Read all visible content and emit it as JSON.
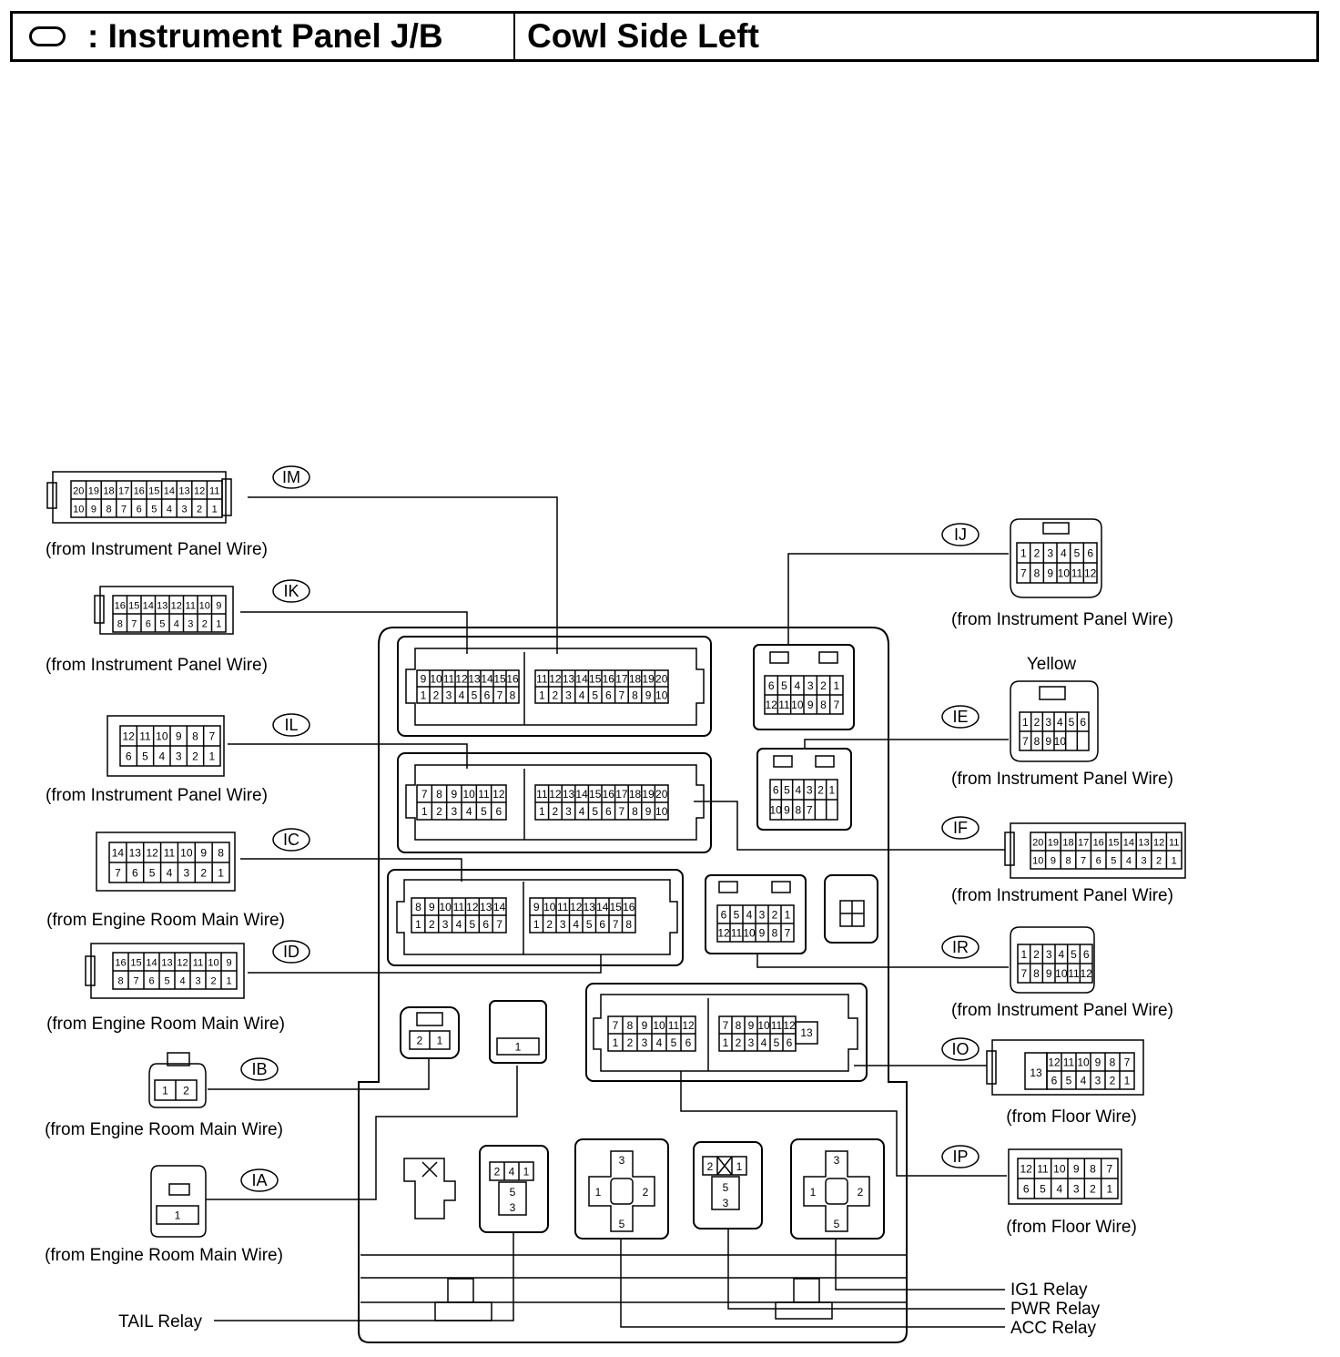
{
  "header": {
    "symbol": "oval-icon",
    "title": ": Instrument Panel J/B",
    "location": "Cowl Side Left"
  },
  "colors": {
    "line": "#000000",
    "background": "#ffffff"
  },
  "connectors": [
    {
      "id": "IM",
      "source": "(from Instrument Panel Wire)",
      "top_row": [
        "20",
        "19",
        "18",
        "17",
        "16",
        "15",
        "14",
        "13",
        "12",
        "11"
      ],
      "bottom_row": [
        "10",
        "9",
        "8",
        "7",
        "6",
        "5",
        "4",
        "3",
        "2",
        "1"
      ]
    },
    {
      "id": "IK",
      "source": "(from Instrument Panel Wire)",
      "top_row": [
        "16",
        "15",
        "14",
        "13",
        "12",
        "11",
        "10",
        "9"
      ],
      "bottom_row": [
        "8",
        "7",
        "6",
        "5",
        "4",
        "3",
        "2",
        "1"
      ]
    },
    {
      "id": "IL",
      "source": "(from Instrument Panel Wire)",
      "top_row": [
        "12",
        "11",
        "10",
        "9",
        "8",
        "7"
      ],
      "bottom_row": [
        "6",
        "5",
        "4",
        "3",
        "2",
        "1"
      ]
    },
    {
      "id": "IC",
      "source": "(from Engine Room Main Wire)",
      "top_row": [
        "14",
        "13",
        "12",
        "11",
        "10",
        "9",
        "8"
      ],
      "bottom_row": [
        "7",
        "6",
        "5",
        "4",
        "3",
        "2",
        "1"
      ]
    },
    {
      "id": "ID",
      "source": "(from Engine Room Main Wire)",
      "top_row": [
        "16",
        "15",
        "14",
        "13",
        "12",
        "11",
        "10",
        "9"
      ],
      "bottom_row": [
        "8",
        "7",
        "6",
        "5",
        "4",
        "3",
        "2",
        "1"
      ]
    },
    {
      "id": "IB",
      "source": "(from Engine Room Main Wire)",
      "top_row": [],
      "bottom_row": [
        "1",
        "2"
      ]
    },
    {
      "id": "IA",
      "source": "(from Engine Room Main Wire)",
      "top_row": [],
      "bottom_row": [
        "1"
      ]
    },
    {
      "id": "IJ",
      "source": "(from Instrument Panel Wire)",
      "top_row": [
        "1",
        "2",
        "3",
        "4",
        "5",
        "6"
      ],
      "bottom_row": [
        "7",
        "8",
        "9",
        "10",
        "11",
        "12"
      ]
    },
    {
      "id": "IE",
      "source": "(from Instrument Panel Wire)",
      "color": "Yellow",
      "top_row": [
        "1",
        "2",
        "3",
        "4",
        "5",
        "6"
      ],
      "bottom_row": [
        "7",
        "8",
        "9",
        "10"
      ]
    },
    {
      "id": "IF",
      "source": "(from Instrument Panel Wire)",
      "top_row": [
        "20",
        "19",
        "18",
        "17",
        "16",
        "15",
        "14",
        "13",
        "12",
        "11"
      ],
      "bottom_row": [
        "10",
        "9",
        "8",
        "7",
        "6",
        "5",
        "4",
        "3",
        "2",
        "1"
      ]
    },
    {
      "id": "IR",
      "source": "(from Instrument Panel Wire)",
      "top_row": [
        "1",
        "2",
        "3",
        "4",
        "5",
        "6"
      ],
      "bottom_row": [
        "7",
        "8",
        "9",
        "10",
        "11",
        "12"
      ]
    },
    {
      "id": "IO",
      "source": "(from Floor Wire)",
      "top_row": [
        "12",
        "11",
        "10",
        "9",
        "8",
        "7"
      ],
      "bottom_row": [
        "6",
        "5",
        "4",
        "3",
        "2",
        "1"
      ],
      "extra": "13"
    },
    {
      "id": "IP",
      "source": "(from Floor Wire)",
      "top_row": [
        "12",
        "11",
        "10",
        "9",
        "8",
        "7"
      ],
      "bottom_row": [
        "6",
        "5",
        "4",
        "3",
        "2",
        "1"
      ]
    }
  ],
  "jb_sockets": [
    {
      "id": "IK-socket",
      "top_row": [
        "9",
        "10",
        "11",
        "12",
        "13",
        "14",
        "15",
        "16"
      ],
      "bottom_row": [
        "1",
        "2",
        "3",
        "4",
        "5",
        "6",
        "7",
        "8"
      ]
    },
    {
      "id": "IM-socket",
      "top_row": [
        "11",
        "12",
        "13",
        "14",
        "15",
        "16",
        "17",
        "18",
        "19",
        "20"
      ],
      "bottom_row": [
        "1",
        "2",
        "3",
        "4",
        "5",
        "6",
        "7",
        "8",
        "9",
        "10"
      ]
    },
    {
      "id": "IL-socket",
      "top_row": [
        "7",
        "8",
        "9",
        "10",
        "11",
        "12"
      ],
      "bottom_row": [
        "1",
        "2",
        "3",
        "4",
        "5",
        "6"
      ]
    },
    {
      "id": "IF-socket",
      "top_row": [
        "11",
        "12",
        "13",
        "14",
        "15",
        "16",
        "17",
        "18",
        "19",
        "20"
      ],
      "bottom_row": [
        "1",
        "2",
        "3",
        "4",
        "5",
        "6",
        "7",
        "8",
        "9",
        "10"
      ]
    },
    {
      "id": "IC-socket",
      "top_row": [
        "8",
        "9",
        "10",
        "11",
        "12",
        "13",
        "14"
      ],
      "bottom_row": [
        "1",
        "2",
        "3",
        "4",
        "5",
        "6",
        "7"
      ]
    },
    {
      "id": "ID-socket",
      "top_row": [
        "9",
        "10",
        "11",
        "12",
        "13",
        "14",
        "15",
        "16"
      ],
      "bottom_row": [
        "1",
        "2",
        "3",
        "4",
        "5",
        "6",
        "7",
        "8"
      ]
    },
    {
      "id": "IJ-socket",
      "top_row": [
        "6",
        "5",
        "4",
        "3",
        "2",
        "1"
      ],
      "bottom_row": [
        "12",
        "11",
        "10",
        "9",
        "8",
        "7"
      ]
    },
    {
      "id": "IE-socket",
      "top_row": [
        "6",
        "5",
        "4",
        "3",
        "2",
        "1"
      ],
      "bottom_row": [
        "10",
        "9",
        "8",
        "7"
      ]
    },
    {
      "id": "IR-socket",
      "top_row": [
        "6",
        "5",
        "4",
        "3",
        "2",
        "1"
      ],
      "bottom_row": [
        "12",
        "11",
        "10",
        "9",
        "8",
        "7"
      ]
    },
    {
      "id": "IP-socket",
      "top_row": [
        "7",
        "8",
        "9",
        "10",
        "11",
        "12"
      ],
      "bottom_row": [
        "1",
        "2",
        "3",
        "4",
        "5",
        "6"
      ]
    },
    {
      "id": "IO-socket",
      "top_row": [
        "7",
        "8",
        "9",
        "10",
        "11",
        "12"
      ],
      "bottom_row": [
        "1",
        "2",
        "3",
        "4",
        "5",
        "6"
      ],
      "extra": "13"
    },
    {
      "id": "IB-socket",
      "top_row": [],
      "bottom_row": [
        "2",
        "1"
      ]
    },
    {
      "id": "IA-socket",
      "top_row": [],
      "bottom_row": [
        "1"
      ]
    }
  ],
  "relays": [
    {
      "name": "TAIL Relay",
      "pins": [
        "2",
        "4",
        "1",
        "5",
        "3"
      ]
    },
    {
      "name": "ACC Relay",
      "pins": [
        "3",
        "1",
        "2",
        "5"
      ]
    },
    {
      "name": "PWR Relay",
      "pins": [
        "2",
        "1",
        "5",
        "3"
      ]
    },
    {
      "name": "IG1 Relay",
      "pins": [
        "3",
        "1",
        "2",
        "5"
      ]
    }
  ]
}
